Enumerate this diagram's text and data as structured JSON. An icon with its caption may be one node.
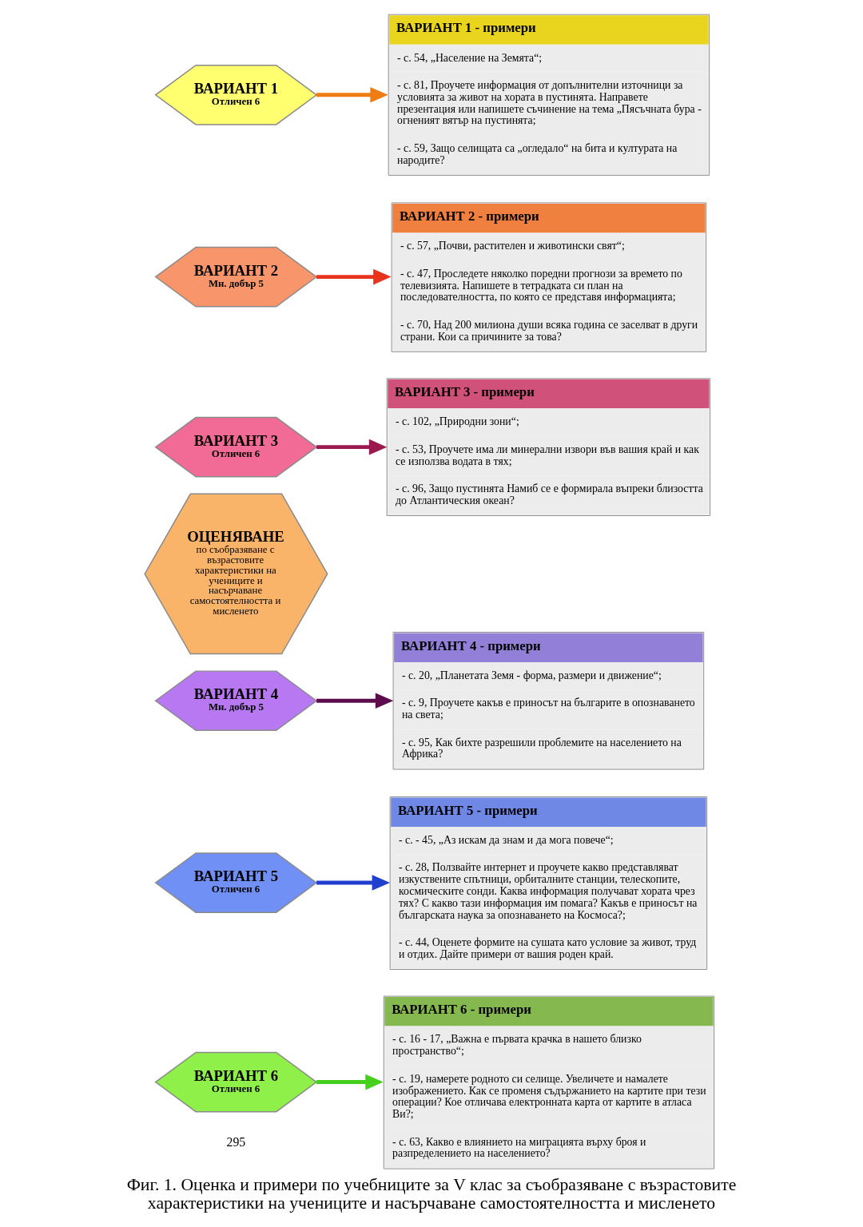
{
  "diagram": {
    "caption": "Фиг. 1. Оценка и примери по учебниците за V клас за съобразяване с възрастовите характеристики на учениците и насърчаване самостоятелността и мисленето",
    "nodes": [
      {
        "text": [
          "ОЦЕНЯВАНЕ",
          "по съобразяване с възрастовите характеристики на учениците и насърчаване самостоятелността и мисленето"
        ]
      },
      {
        "text": [
          "ВАРИАНТ 1",
          "Отличен 6"
        ]
      },
      {
        "text": [
          "ВАРИАНТ 2",
          "Мн. добър 5"
        ]
      },
      {
        "text": [
          "ВАРИАНТ 3",
          "Отличен 6"
        ]
      },
      {
        "text": [
          "ВАРИАНТ 4",
          "Мн. добър 5"
        ]
      },
      {
        "text": [
          "ВАРИАНТ 5",
          "Отличен 6"
        ]
      },
      {
        "text": [
          "ВАРИАНТ 6",
          "Отличен 6"
        ]
      },
      {
        "text": [
          "ВАРИАНТ 1 - примери",
          "- с. 54, „Население на Земята“;",
          "- с. 81, Проучете информация от допълнителни източници за условията за живот на хората в пустинята. Направете презентация или напишете съчинение на тема „Пясъчната бура - огненият вятър на пустинята;",
          "- с. 59, Защо селищата са „огледало“ на бита и културата на народите?"
        ]
      },
      {
        "text": [
          "ВАРИАНТ 2 - примери",
          "- с. 57, „Почви, растителен и животински свят“;",
          "- с. 47, Проследете няколко поредни прогнози за времето по телевизията. Напишете в тетрадката си план на последователността, по която се представя информацията;",
          "- с. 70, Над 200 милиона души всяка година се заселват в други страни. Кои са причините за това?"
        ]
      },
      {
        "text": [
          "ВАРИАНТ 3 - примери",
          "- с. 102, „Природни зони“;",
          "- с. 53, Проучете има ли минерални извори във вашия край и как се използва водата в тях;",
          "- с. 96, Защо пустинята Намиб се е формирала въпреки близостта до Атлантическия океан?"
        ]
      },
      {
        "text": [
          "ВАРИАНТ 4 - примери",
          "- с. 20, „Планетата Земя - форма, размери и движение“;",
          "- с. 9, Проучете какъв е приносът на българите в опознаването на света;",
          "- с. 95, Как бихте разрешили проблемите на населението на Африка?"
        ]
      },
      {
        "text": [
          "ВАРИАНТ 5 - примери",
          "- с. - 45, „Аз искам да знам и да мога повече“;",
          "- с. 28, Ползвайте интернет и проучете какво представляват изкуствените спътници, орбиталните станции, телескопите, космическите сонди. Каква информация получават хората чрез тях? С какво тази информация им помага? Какъв е приносът на българската наука за опознаването на Космоса?;",
          "- с. 44, Оценете формите на сушата като условие за живот, труд и отдих. Дайте примери от вашия роден край."
        ]
      },
      {
        "text": [
          "ВАРИАНТ 6 - примери",
          "- с. 16 - 17, „Важна е първата крачка в нашето близко пространство“;",
          "- с. 19, намерете родното си селище. Увеличете и намалете изображението. Как се променя съдържанието на картите при тези операции? Кое отличава електронната карта от картите в атласа Ви?;",
          "- с. 63, Какво е влиянието на миграцията върху броя и разпределението на населението?"
        ]
      }
    ],
    "edges": [
      {
        "from": 1,
        "to": 7,
        "arrow": "to",
        "color": "#f07d14"
      },
      {
        "from": 2,
        "to": 8,
        "arrow": "to",
        "color": "#e8341c"
      },
      {
        "from": 3,
        "to": 9,
        "arrow": "to",
        "color": "#9a1a50"
      },
      {
        "from": 4,
        "to": 10,
        "arrow": "to",
        "color": "#5c0c4c"
      },
      {
        "from": 5,
        "to": 11,
        "arrow": "to",
        "color": "#1f3fcf"
      },
      {
        "from": 6,
        "to": 12,
        "arrow": "to",
        "color": "#44d01c"
      }
    ],
    "labels": [
      "295"
    ]
  }
}
